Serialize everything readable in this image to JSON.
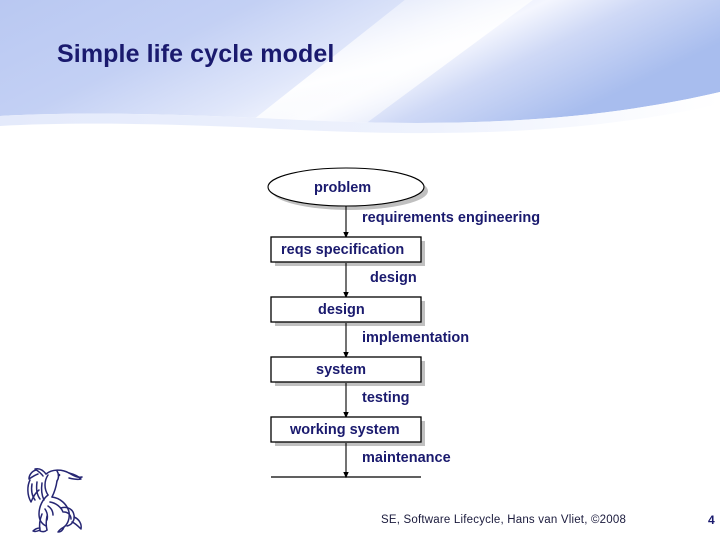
{
  "slide": {
    "title": "Simple life cycle model",
    "page_number": "4",
    "footer_credit": "SE, Software Lifecycle, Hans van Vliet, ©2008"
  },
  "theme": {
    "title_color": "#1a1a6e",
    "banner_blue": "#aabdf0",
    "banner_light": "#ffffff",
    "shadow_gray": "#bfbfbf",
    "node_fill": "#ffffff",
    "node_stroke": "#000000",
    "text_color": "#1a1a6e"
  },
  "diagram": {
    "type": "flowchart",
    "nodes": [
      {
        "id": "problem",
        "label": "problem",
        "shape": "ellipse"
      },
      {
        "id": "reqs-spec",
        "label": "reqs specification",
        "shape": "rect"
      },
      {
        "id": "design",
        "label": "design",
        "shape": "rect"
      },
      {
        "id": "system",
        "label": "system",
        "shape": "rect"
      },
      {
        "id": "working-system",
        "label": "working system",
        "shape": "rect"
      },
      {
        "id": "truncated-node",
        "label": "",
        "shape": "rect-cropped"
      }
    ],
    "edges": [
      {
        "from": "problem",
        "to": "reqs-spec",
        "label": "requirements engineering"
      },
      {
        "from": "reqs-spec",
        "to": "design",
        "label": "design"
      },
      {
        "from": "design",
        "to": "system",
        "label": "implementation"
      },
      {
        "from": "system",
        "to": "working-system",
        "label": "testing"
      },
      {
        "from": "working-system",
        "to": "truncated-node",
        "label": "maintenance"
      }
    ]
  }
}
